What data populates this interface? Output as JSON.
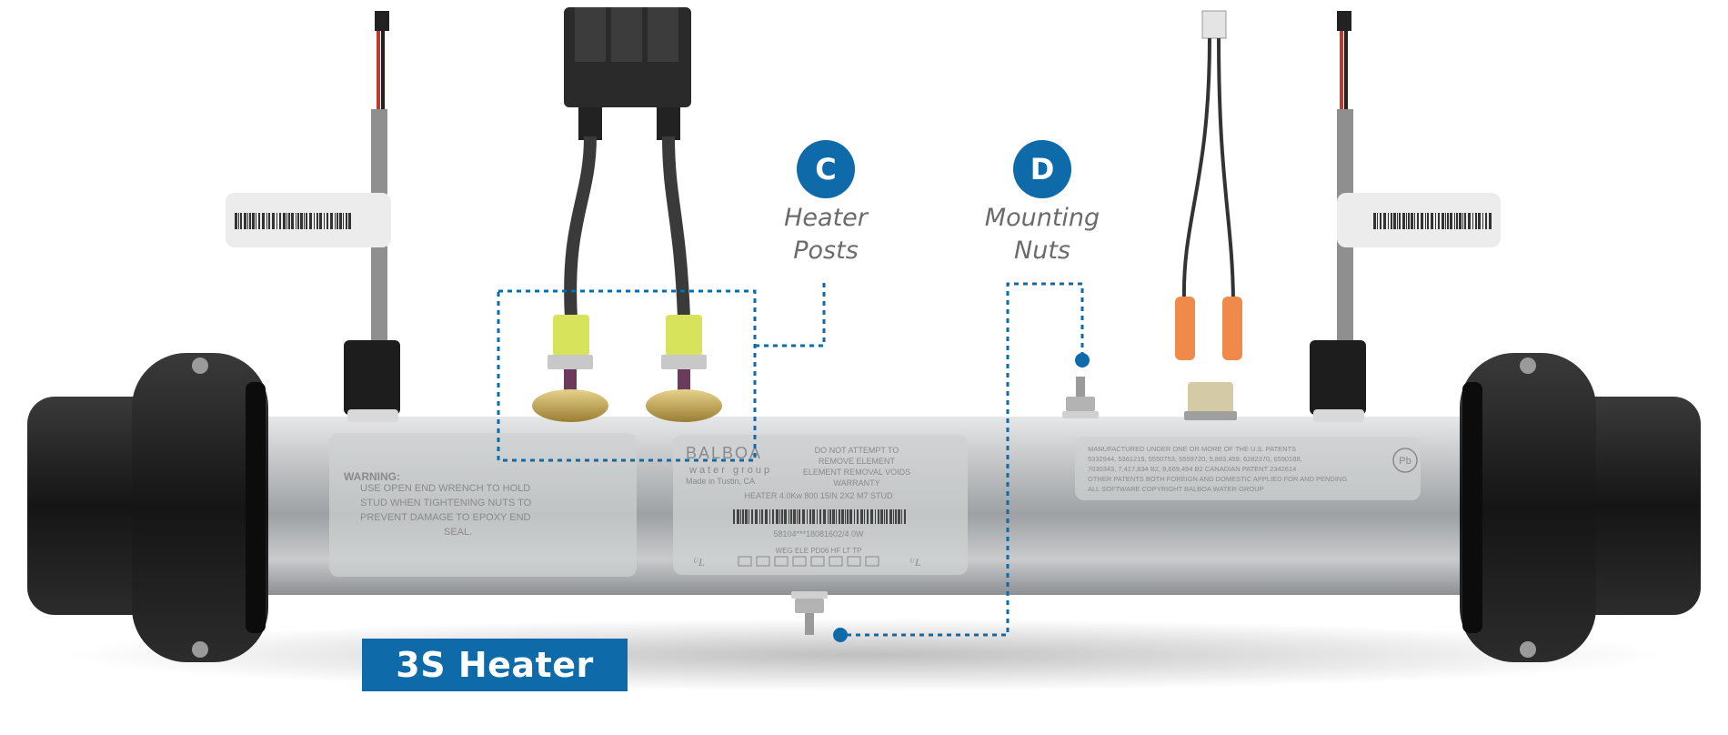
{
  "title": "3S Heater",
  "colors": {
    "accent": "#0e6aa8",
    "tube": "#b9bcbf",
    "end_cap": "#1c1c1c",
    "callout_text": "#6b6b6b"
  },
  "callouts": [
    {
      "letter": "C",
      "line1": "Heater",
      "line2": "Posts"
    },
    {
      "letter": "D",
      "line1": "Mounting",
      "line2": "Nuts"
    }
  ],
  "tube_label_center": {
    "brand": "BALBOA",
    "brand_sub": "water group",
    "made_in": "Made in Tustin, CA",
    "notice": [
      "DO NOT ATTEMPT TO",
      "REMOVE ELEMENT",
      "ELEMENT REMOVAL VOIDS",
      "WARRANTY"
    ],
    "spec": "HEATER 4.0Kw 800 15IN 2X2 M7 STUD",
    "serial": "58104***18081602/4   0W",
    "cert_row": "WEG  ELE  PD06  HF   LT   TP"
  },
  "tube_label_left": {
    "warning_title": "WARNING:",
    "warning_lines": [
      "USE OPEN END WRENCH TO HOLD",
      "STUD WHEN TIGHTENING NUTS TO",
      "PREVENT DAMAGE TO EPOXY END",
      "SEAL."
    ]
  },
  "tube_label_right": {
    "lines": [
      "MANUFACTURED UNDER ONE OR MORE OF THE U.S. PATENTS",
      "5332944, 5361215, 5550753, 5559720, 5,883,459, 6282370, 6590188,",
      "7030343, 7,417,834 B2, 8,669,494 B2    CANADIAN PATENT 2342614",
      "OTHER PATENTS BOTH FOREIGN AND DOMESTIC APPLIED FOR AND PENDING",
      "ALL SOFTWARE COPYRIGHT BALBOA WATER GROUP"
    ],
    "pb_mark": "Pb"
  }
}
